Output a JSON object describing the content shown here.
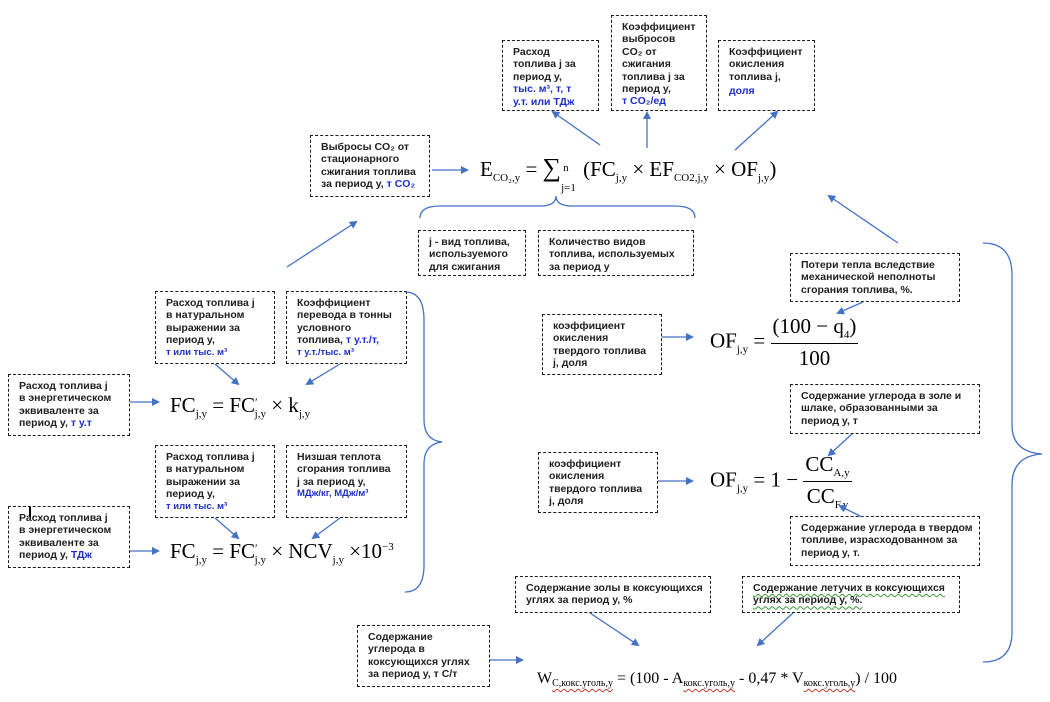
{
  "colors": {
    "arrow": "#4472c4",
    "brace": "#4472c4",
    "box_border": "#1a1a1a",
    "text": "#1f1f1f",
    "unit_text": "#1d2fc8"
  },
  "boxes": {
    "fuel_consumption": {
      "lines": [
        "Расход",
        "топлива j за",
        "период y,"
      ],
      "units": [
        "тыс. м³, т, т",
        "у.т. или ТДж"
      ]
    },
    "emission_factor": {
      "lines": [
        "Коэффициент",
        "выбросов",
        "CO₂ от",
        "сжигания",
        "топлива j за",
        "период y,"
      ],
      "units": [
        "т CO₂/ед"
      ]
    },
    "oxidation_factor": {
      "lines": [
        "Коэффициент",
        "окисления",
        "топлива j,"
      ],
      "units": [
        "доля"
      ]
    },
    "co2_emissions": {
      "lines": [
        "Выбросы CO₂ от",
        "стационарного",
        "сжигания топлива"
      ],
      "last_line_prefix": "за период y,",
      "units": [
        "т CO₂"
      ]
    },
    "fuel_type": {
      "lines": [
        "j - вид топлива,",
        "используемого",
        "для сжигания"
      ]
    },
    "fuel_types_count": {
      "lines": [
        "Количество видов",
        "топлива, используемых",
        "за период y"
      ]
    },
    "natural_fuel_1": {
      "lines": [
        "Расход топлива j",
        "в натуральном",
        "выражении за",
        "период y,"
      ],
      "units": [
        " т или тыс. м³"
      ]
    },
    "conversion_factor": {
      "lines": [
        "Коэффициент",
        "перевода в тонны",
        "условного"
      ],
      "mixed_line": {
        "text": "топлива,",
        "unit": " т у.т./т,"
      },
      "units": [
        " т у.т./тыс. м³"
      ]
    },
    "energy_equiv_tut": {
      "lines": [
        "Расход топлива j",
        "в энергетическом",
        "эквиваленте за"
      ],
      "last_line_prefix": "период y,",
      "units": [
        "т у.т"
      ]
    },
    "natural_fuel_2": {
      "lines": [
        "Расход топлива j",
        "в натуральном",
        "выражении за",
        "период y,"
      ],
      "units": [
        "т или тыс. м³"
      ]
    },
    "ncv": {
      "lines": [
        "Низшая теплота",
        "сгорания топлива",
        "j за период y,"
      ],
      "units": [
        "МДж/кг, МДж/м³"
      ]
    },
    "energy_equiv_tj": {
      "lines": [
        "Расход топлива j",
        "в энергетическом",
        "эквиваленте за"
      ],
      "last_line_prefix": "период y,",
      "units": [
        "ТДж"
      ]
    },
    "heat_loss": {
      "lines": [
        "Потери тепла вследствие",
        "механической неполноты",
        "сгорания топлива, %."
      ]
    },
    "solid_oxidation_1": {
      "lines": [
        "коэффициент",
        "окисления",
        "твердого топлива",
        "j, доля"
      ]
    },
    "carbon_ash": {
      "lines": [
        "Содержание углерода в золе и",
        "шлаке, образованными за",
        "период y, т"
      ]
    },
    "solid_oxidation_2": {
      "lines": [
        "коэффициент",
        "окисления",
        "твердого топлива",
        "j, доля"
      ]
    },
    "carbon_solid_fuel": {
      "lines": [
        "Содержание углерода в твердом",
        "топливе, израсходованном за",
        "период y, т."
      ]
    },
    "ash_content": {
      "lines": [
        "Содержание золы в коксующихся",
        "углях за период y, %"
      ]
    },
    "volatile_content": {
      "lines": [
        "Содержание летучих в коксующихся",
        "углях за период y, %."
      ]
    },
    "carbon_coking": {
      "lines": [
        "Содержание",
        "углерода в",
        "коксующихся углях",
        "за период y, т С/т"
      ]
    }
  },
  "formulas": {
    "main": {
      "lhs": "E",
      "lhs_sub": "CO₂,y",
      "eq": " = ",
      "sum": "∑",
      "sum_sup": "n",
      "sum_sub": "j=1",
      "body_open": "(FC",
      "fc_sub": "j,y",
      "times1": " × EF",
      "ef_sub": "CO2,j,y",
      "times2": " × OF",
      "of_sub": "j,y",
      "close": ")"
    },
    "fc_k": {
      "lhs": "FC",
      "lhs_sub": "j,y",
      "eq": " = FC",
      "prime": "′",
      "rhs_sub": "j,y",
      "times": " × k",
      "k_sub": "j,y"
    },
    "fc_ncv": {
      "lhs": "FC",
      "lhs_sub": "j,y",
      "eq": " = FC",
      "prime": "′",
      "rhs_sub": "j,y",
      "times": " × NCV",
      "ncv_sub": "j,y",
      "times2": " ×10",
      "exp": "−3"
    },
    "of_q4": {
      "lhs": "OF",
      "lhs_sub": "j,y",
      "eq": " = ",
      "num": "(100 − q",
      "num_sub": "4",
      "num_close": ")",
      "den": "100"
    },
    "of_cc": {
      "lhs": "OF",
      "lhs_sub": "j,y",
      "eq": " = 1 − ",
      "num": "CC",
      "num_sub": "A,y",
      "den": "CC",
      "den_sub": "F,y"
    },
    "w_coking": {
      "lhs": "W",
      "lhs_sub": "C,кокс.уголь,y",
      "eq": " = (100 - A",
      "a_sub": "кокс.уголь,y",
      "mid": " - 0,47 * V",
      "v_sub": "кокс.уголь,y",
      "tail": ") / 100"
    }
  }
}
